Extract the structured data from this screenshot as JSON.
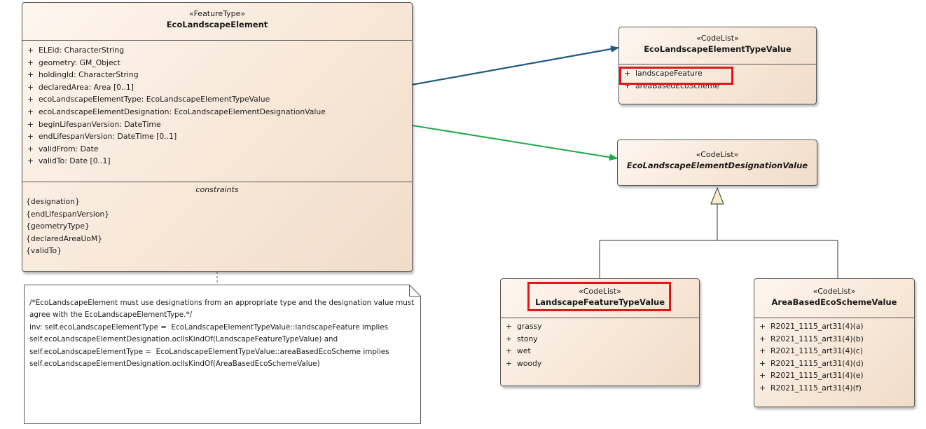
{
  "colors": {
    "association_primary": "#1f5a80",
    "association_secondary": "#1ea84a",
    "highlight": "#e0161a",
    "class_fill": "#f7e7d7"
  },
  "main_class": {
    "stereotype": "«FeatureType»",
    "name": "EcoLandscapeElement",
    "attributes": [
      {
        "vis": "+",
        "text": "ELEid: CharacterString"
      },
      {
        "vis": "+",
        "text": "geometry: GM_Object"
      },
      {
        "vis": "+",
        "text": "holdingId: CharacterString"
      },
      {
        "vis": "+",
        "text": "declaredArea: Area [0..1]"
      },
      {
        "vis": "+",
        "text": "ecoLandscapeElementType: EcoLandscapeElementTypeValue"
      },
      {
        "vis": "+",
        "text": "ecoLandscapeElementDesignation: EcoLandscapeElementDesignationValue"
      },
      {
        "vis": "+",
        "text": "beginLifespanVersion: DateTime"
      },
      {
        "vis": "+",
        "text": "endLifespanVersion: DateTime [0..1]"
      },
      {
        "vis": "+",
        "text": "validFrom: Date"
      },
      {
        "vis": "+",
        "text": "validTo: Date [0..1]"
      }
    ],
    "constraints_title": "constraints",
    "constraints": [
      "{designation}",
      "{endLifespanVersion}",
      "{geometryType}",
      "{declaredAreaUoM}",
      "{validTo}"
    ]
  },
  "note": {
    "text": "/*EcoLandscapeElement must use designations from an appropriate type and the designation value must agree with the EcoLandscapeElementType.*/\ninv: self.ecoLandscapeElementType =  EcoLandscapeElementTypeValue::landscapeFeature implies self.ecoLandscapeElementDesignation.oclIsKindOf(LandscapeFeatureTypeValue) and\nself.ecoLandscapeElementType =  EcoLandscapeElementTypeValue::areaBasedEcoScheme implies self.ecoLandscapeElementDesignation.oclIsKindOf(AreaBasedEcoSchemeValue)"
  },
  "type_value_class": {
    "stereotype": "«CodeList»",
    "name": "EcoLandscapeElementTypeValue",
    "values": [
      {
        "vis": "+",
        "text": "landscapeFeature"
      },
      {
        "vis": "+",
        "text": "areaBasedEcoScheme"
      }
    ]
  },
  "designation_class": {
    "stereotype": "«CodeList»",
    "name": "EcoLandscapeElementDesignationValue"
  },
  "landscape_feature_class": {
    "stereotype": "«CodeList»",
    "name": "LandscapeFeatureTypeValue",
    "values": [
      {
        "vis": "+",
        "text": "grassy"
      },
      {
        "vis": "+",
        "text": "stony"
      },
      {
        "vis": "+",
        "text": "wet"
      },
      {
        "vis": "+",
        "text": "woody"
      }
    ]
  },
  "area_based_class": {
    "stereotype": "«CodeList»",
    "name": "AreaBasedEcoSchemeValue",
    "values": [
      {
        "vis": "+",
        "text": "R2021_1115_art31(4)(a)"
      },
      {
        "vis": "+",
        "text": "R2021_1115_art31(4)(b)"
      },
      {
        "vis": "+",
        "text": "R2021_1115_art31(4)(c)"
      },
      {
        "vis": "+",
        "text": "R2021_1115_art31(4)(d)"
      },
      {
        "vis": "+",
        "text": "R2021_1115_art31(4)(e)"
      },
      {
        "vis": "+",
        "text": "R2021_1115_art31(4)(f)"
      }
    ]
  }
}
